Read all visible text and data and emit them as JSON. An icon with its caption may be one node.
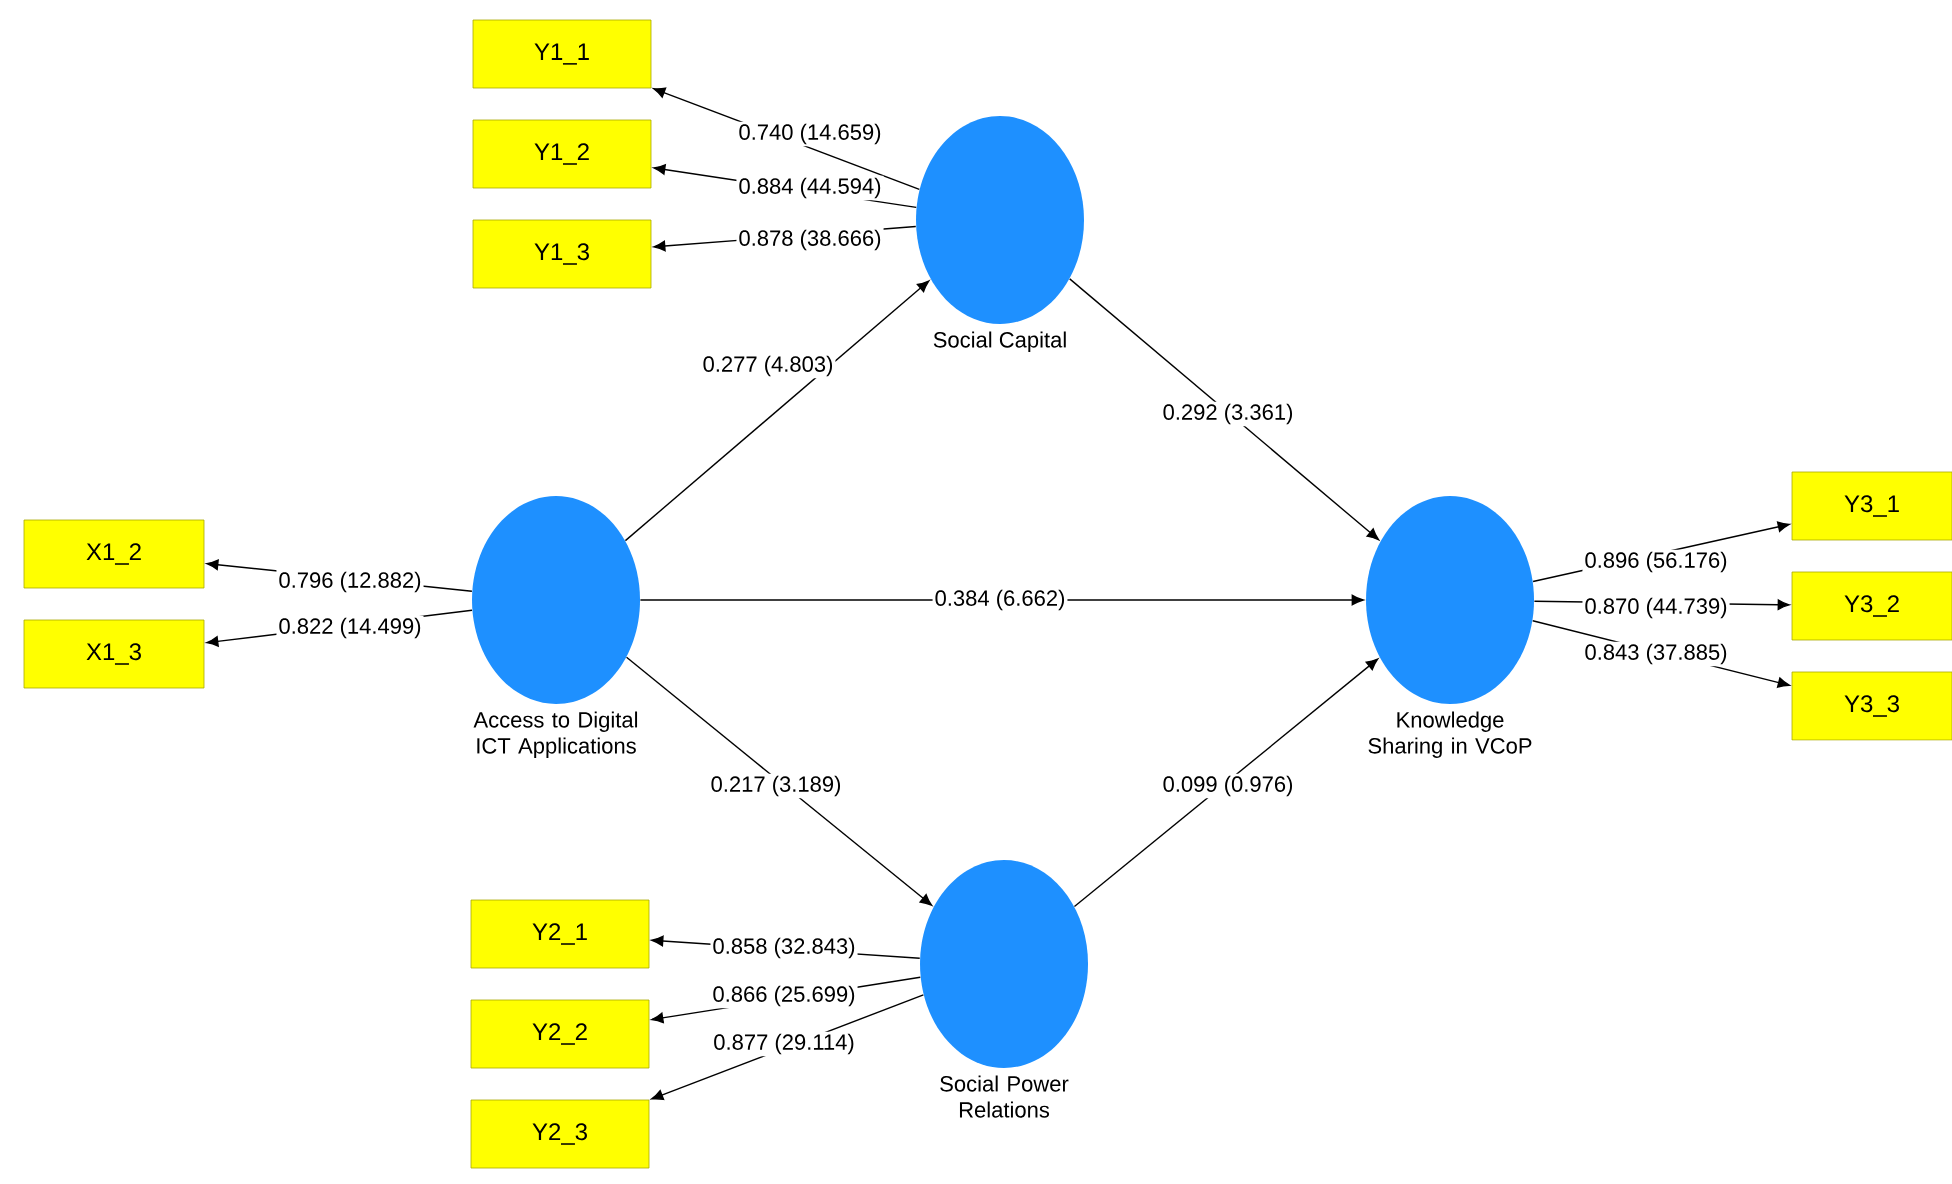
{
  "diagram": {
    "nodes": [
      {
        "text": [
          "Y1_1"
        ]
      },
      {
        "text": [
          "Y1_2"
        ]
      },
      {
        "text": [
          "Y1_3"
        ]
      },
      {
        "text": [
          "Social Capital"
        ]
      },
      {
        "text": [
          "X1_2"
        ]
      },
      {
        "text": [
          "X1_3"
        ]
      },
      {
        "text": [
          "Access to Digital ICT Applications"
        ]
      },
      {
        "text": [
          "Knowledge Sharing in VCoP"
        ]
      },
      {
        "text": [
          "Y3_1"
        ]
      },
      {
        "text": [
          "Y3_2"
        ]
      },
      {
        "text": [
          "Y3_3"
        ]
      },
      {
        "text": [
          "Y2_1"
        ]
      },
      {
        "text": [
          "Y2_2"
        ]
      },
      {
        "text": [
          "Y2_3"
        ]
      },
      {
        "text": [
          "Social Power Relations"
        ]
      }
    ],
    "edges": [
      {
        "from": 3,
        "to": 0,
        "arrow": "to",
        "label": "0.740 (14.659)"
      },
      {
        "from": 3,
        "to": 1,
        "arrow": "to",
        "label": "0.884 (44.594)"
      },
      {
        "from": 3,
        "to": 2,
        "arrow": "to",
        "label": "0.878 (38.666)"
      },
      {
        "from": 6,
        "to": 4,
        "arrow": "to",
        "label": "0.796 (12.882)"
      },
      {
        "from": 6,
        "to": 5,
        "arrow": "to",
        "label": "0.822 (14.499)"
      },
      {
        "from": 6,
        "to": 3,
        "arrow": "to",
        "label": "0.277 (4.803)"
      },
      {
        "from": 6,
        "to": 7,
        "arrow": "to",
        "label": "0.384 (6.662)"
      },
      {
        "from": 6,
        "to": 14,
        "arrow": "to",
        "label": "0.217 (3.189)"
      },
      {
        "from": 3,
        "to": 7,
        "arrow": "to",
        "label": "0.292 (3.361)"
      },
      {
        "from": 14,
        "to": 7,
        "arrow": "to",
        "label": "0.099 (0.976)"
      },
      {
        "from": 7,
        "to": 8,
        "arrow": "to",
        "label": "0.896 (56.176)"
      },
      {
        "from": 7,
        "to": 9,
        "arrow": "to",
        "label": "0.870 (44.739)"
      },
      {
        "from": 7,
        "to": 10,
        "arrow": "to",
        "label": "0.843 (37.885)"
      },
      {
        "from": 14,
        "to": 11,
        "arrow": "to",
        "label": "0.858 (32.843)"
      },
      {
        "from": 14,
        "to": 12,
        "arrow": "to",
        "label": "0.866 (25.699)"
      },
      {
        "from": 14,
        "to": 13,
        "arrow": "to",
        "label": "0.877 (29.114)"
      }
    ]
  }
}
